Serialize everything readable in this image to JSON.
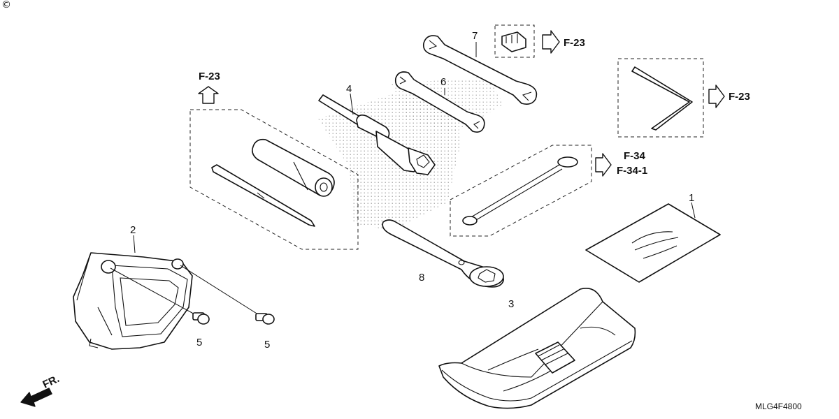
{
  "copyright_mark": "©",
  "drawing_code": "MLG4F4800",
  "front_label": "FR.",
  "callouts": [
    "1",
    "2",
    "3",
    "4",
    "5",
    "5",
    "6",
    "7",
    "8"
  ],
  "references": {
    "driver_set": "F-23",
    "wrench_7": "F-23",
    "hex_key": "F-23",
    "cable_a": "F-34",
    "cable_b": "F-34-1"
  }
}
